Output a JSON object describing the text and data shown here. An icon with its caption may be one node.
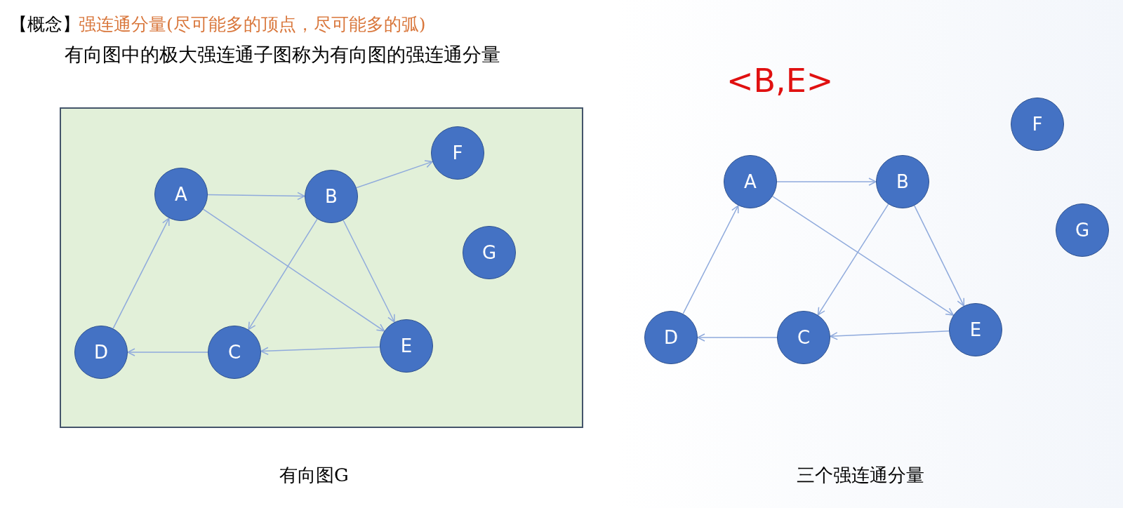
{
  "diagram": {
    "nodes": [
      {
        "text": [],
        "shape": "box",
        "beside": [
          "有向图G"
        ]
      },
      {
        "text": [
          "A"
        ],
        "in": 0
      },
      {
        "text": [
          "B"
        ],
        "in": 0
      },
      {
        "text": [
          "C"
        ],
        "in": 0
      },
      {
        "text": [
          "D"
        ],
        "in": 0
      },
      {
        "text": [
          "E"
        ],
        "in": 0
      },
      {
        "text": [
          "F"
        ],
        "in": 0
      },
      {
        "text": [
          "G"
        ],
        "in": 0
      },
      {
        "text": [
          "A"
        ]
      },
      {
        "text": [
          "B"
        ]
      },
      {
        "text": [
          "C"
        ]
      },
      {
        "text": [
          "D"
        ]
      },
      {
        "text": [
          "E"
        ]
      },
      {
        "text": [
          "F"
        ]
      },
      {
        "text": [
          "G"
        ]
      }
    ],
    "edges": [
      {
        "from": 1,
        "to": 2,
        "arrow": "to"
      },
      {
        "from": 2,
        "to": 6,
        "arrow": "to"
      },
      {
        "from": 2,
        "to": 3,
        "arrow": "to"
      },
      {
        "from": 2,
        "to": 5,
        "arrow": "to"
      },
      {
        "from": 1,
        "to": 5,
        "arrow": "to"
      },
      {
        "from": 5,
        "to": 3,
        "arrow": "to"
      },
      {
        "from": 3,
        "to": 4,
        "arrow": "to"
      },
      {
        "from": 4,
        "to": 1,
        "arrow": "to"
      },
      {
        "from": 8,
        "to": 9,
        "arrow": "to"
      },
      {
        "from": 9,
        "to": 10,
        "arrow": "to"
      },
      {
        "from": 9,
        "to": 12,
        "arrow": "to"
      },
      {
        "from": 8,
        "to": 12,
        "arrow": "to"
      },
      {
        "from": 12,
        "to": 10,
        "arrow": "to"
      },
      {
        "from": 10,
        "to": 11,
        "arrow": "to"
      },
      {
        "from": 11,
        "to": 8,
        "arrow": "to"
      }
    ],
    "labels": [
      "【概念】",
      "强连通分量(尽可能多的顶点，尽可能多的弧)",
      "有向图中的极大强连通子图称为有向图的强连通分量",
      "<B,E>",
      "三个强连通分量"
    ]
  }
}
